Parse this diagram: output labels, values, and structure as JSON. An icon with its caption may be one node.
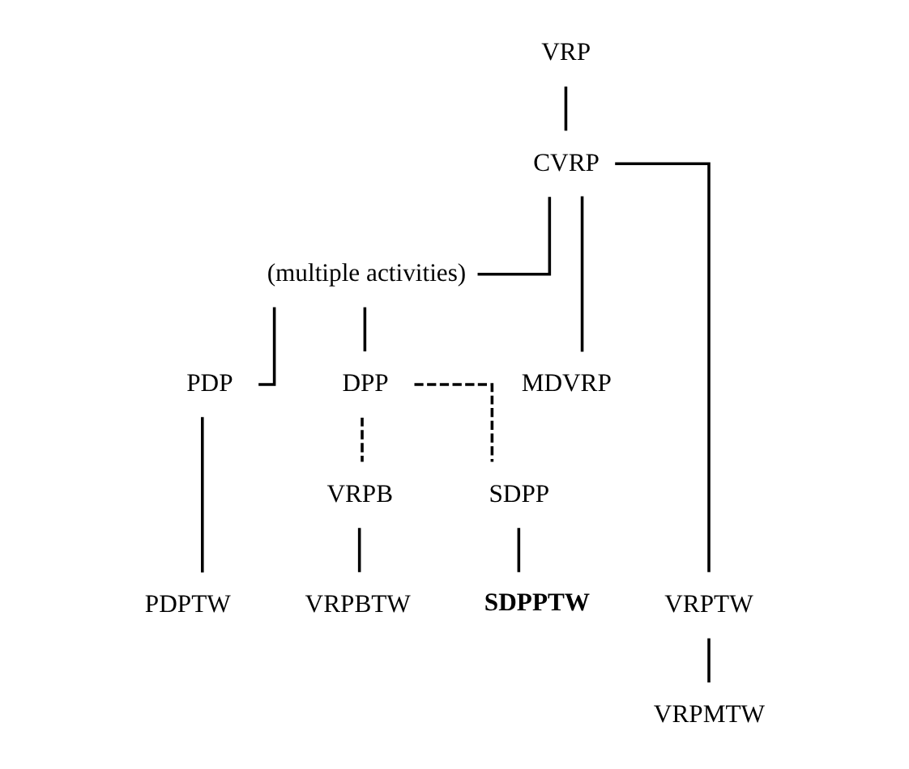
{
  "diagram": {
    "nodes": [
      {
        "text": [
          "VRP"
        ]
      },
      {
        "text": [
          "CVRP"
        ]
      },
      {
        "text": [
          "(multiple activities)"
        ]
      },
      {
        "text": [
          "MDVRP"
        ]
      },
      {
        "text": [
          "PDP"
        ]
      },
      {
        "text": [
          "DPP"
        ]
      },
      {
        "text": [
          "VRPB"
        ]
      },
      {
        "text": [
          "SDPP"
        ]
      },
      {
        "text": [
          "VRPTW"
        ]
      },
      {
        "text": [
          "PDPTW"
        ]
      },
      {
        "text": [
          "VRPBTW"
        ]
      },
      {
        "text": [
          "**SDPPTW**"
        ]
      },
      {
        "text": [
          "VRPMTW"
        ]
      }
    ],
    "edges": [
      {
        "from": 0,
        "to": 1,
        "arrow": "none"
      },
      {
        "from": 1,
        "to": 2,
        "arrow": "none"
      },
      {
        "from": 1,
        "to": 3,
        "arrow": "none"
      },
      {
        "from": 1,
        "to": 8,
        "arrow": "none"
      },
      {
        "from": 2,
        "to": 4,
        "arrow": "none"
      },
      {
        "from": 2,
        "to": 5,
        "arrow": "none"
      },
      {
        "from": 5,
        "to": 6,
        "arrow": "none",
        "style": "dashed"
      },
      {
        "from": 5,
        "to": 7,
        "arrow": "none",
        "style": "dashed"
      },
      {
        "from": 4,
        "to": 9,
        "arrow": "none"
      },
      {
        "from": 6,
        "to": 10,
        "arrow": "none"
      },
      {
        "from": 7,
        "to": 11,
        "arrow": "none"
      },
      {
        "from": 8,
        "to": 12,
        "arrow": "none"
      }
    ]
  }
}
